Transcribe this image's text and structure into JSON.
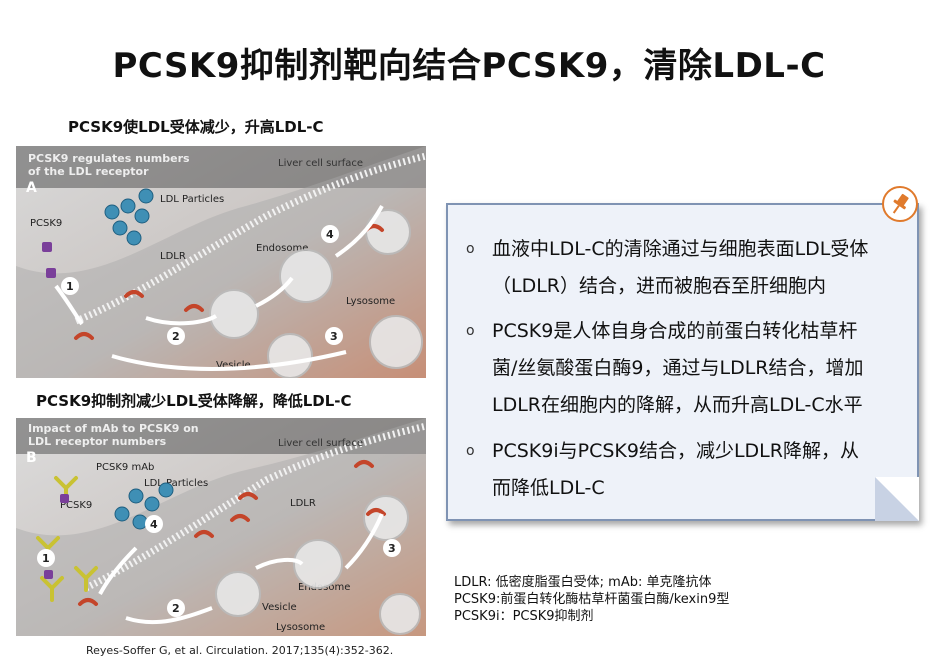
{
  "title": "PCSK9抑制剂靶向结合PCSK9，清除LDL-C",
  "panel_a": {
    "subtitle": "PCSK9使LDL受体减少，升高LDL-C",
    "heading": [
      "PCSK9 regulates numbers",
      "of the LDL receptor"
    ],
    "letter": "A",
    "labels": {
      "liver": "Liver cell surface",
      "ldl_particles": "LDL Particles",
      "pcsk9": "PCSK9",
      "ldlr": "LDLR",
      "endosome": "Endosome",
      "lysosome": "Lysosome",
      "vesicle": "Vesicle"
    },
    "steps": [
      "1",
      "2",
      "3",
      "4"
    ]
  },
  "panel_b": {
    "subtitle": "PCSK9抑制剂减少LDL受体降解，降低LDL-C",
    "heading": [
      "Impact of mAb to PCSK9 on",
      "LDL receptor numbers"
    ],
    "letter": "B",
    "labels": {
      "liver": "Liver cell surface",
      "mab": "PCSK9 mAb",
      "ldl_particles": "LDL Particles",
      "pcsk9": "PCSK9",
      "ldlr": "LDLR",
      "endosome": "Endosome",
      "lysosome": "Lysosome",
      "vesicle": "Vesicle"
    },
    "steps": [
      "1",
      "2",
      "3",
      "4"
    ]
  },
  "citation": "Reyes-Soffer G, et al. Circulation. 2017;135(4):352-362.",
  "bullets": [
    {
      "symbol": "o",
      "lines": [
        "血液中LDL-C的清除通过与细胞表面LDL受体",
        "（LDLR）结合，进而被胞吞至肝细胞内"
      ]
    },
    {
      "symbol": "o",
      "lines": [
        "PCSK9是人体自身合成的前蛋白转化枯草杆",
        "菌/丝氨酸蛋白酶9，通过与LDLR结合，增加",
        "LDLR在细胞内的降解，从而升高LDL-C水平"
      ]
    },
    {
      "symbol": "o",
      "lines": [
        "PCSK9i与PCSK9结合，减少LDLR降解，从",
        "而降低LDL-C"
      ]
    }
  ],
  "abbreviations": [
    "LDLR: 低密度脂蛋白受体; mAb: 单克隆抗体",
    "PCSK9:前蛋白转化酶枯草杆菌蛋白酶/kexin9型",
    "PCSK9i：PCSK9抑制剂"
  ],
  "icons": {
    "pin": "pushpin-icon"
  },
  "colors": {
    "card_bg": "#eef2f9",
    "card_border": "#7f93b3",
    "accent": "#e07a2c"
  }
}
